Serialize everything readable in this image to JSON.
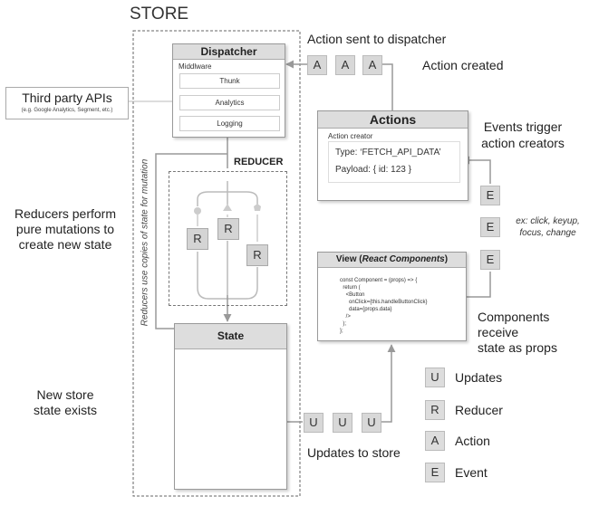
{
  "store_title": "STORE",
  "third_party": {
    "title": "Third party APIs",
    "subtitle": "(e.g. Google Analytics, Segment, etc.)"
  },
  "dispatcher": {
    "title": "Dispatcher",
    "middleware_label": "Middlware",
    "middleware": [
      "Thunk",
      "Analytics",
      "Logging"
    ]
  },
  "reducer": {
    "title": "REDUCER",
    "side_label": "Reducers use copies of state for mutation",
    "chip": "R"
  },
  "state": {
    "title": "State"
  },
  "actions": {
    "title": "Actions",
    "creator_label": "Action creator",
    "type_line": "Type: ‘FETCH_API_DATA’",
    "payload_line": "Payload: { id: 123 }"
  },
  "view": {
    "title_prefix": "View (",
    "title_em": "React Components",
    "title_suffix": ")",
    "code": [
      "const Component = (props) => {",
      "  return (",
      "    <Button",
      "      onClick={this.handleButtonClick}",
      "      data={props.data}",
      "    />",
      "  );",
      "};"
    ]
  },
  "labels": {
    "action_sent": "Action sent to dispatcher",
    "action_created": "Action created",
    "events_trigger": [
      "Events trigger",
      "action creators"
    ],
    "event_examples": [
      "ex: click, keyup,",
      "focus, change"
    ],
    "components_receive": [
      "Components",
      "receive",
      "state as props"
    ],
    "reducers_perform": [
      "Reducers perform",
      "pure mutations to",
      "create new state"
    ],
    "new_store": [
      "New store",
      "state exists"
    ],
    "updates_to_store": "Updates to store"
  },
  "chips": {
    "action": "A",
    "event": "E",
    "update": "U"
  },
  "legend": [
    {
      "key": "U",
      "label": "Updates"
    },
    {
      "key": "R",
      "label": "Reducer"
    },
    {
      "key": "A",
      "label": "Action"
    },
    {
      "key": "E",
      "label": "Event"
    }
  ]
}
